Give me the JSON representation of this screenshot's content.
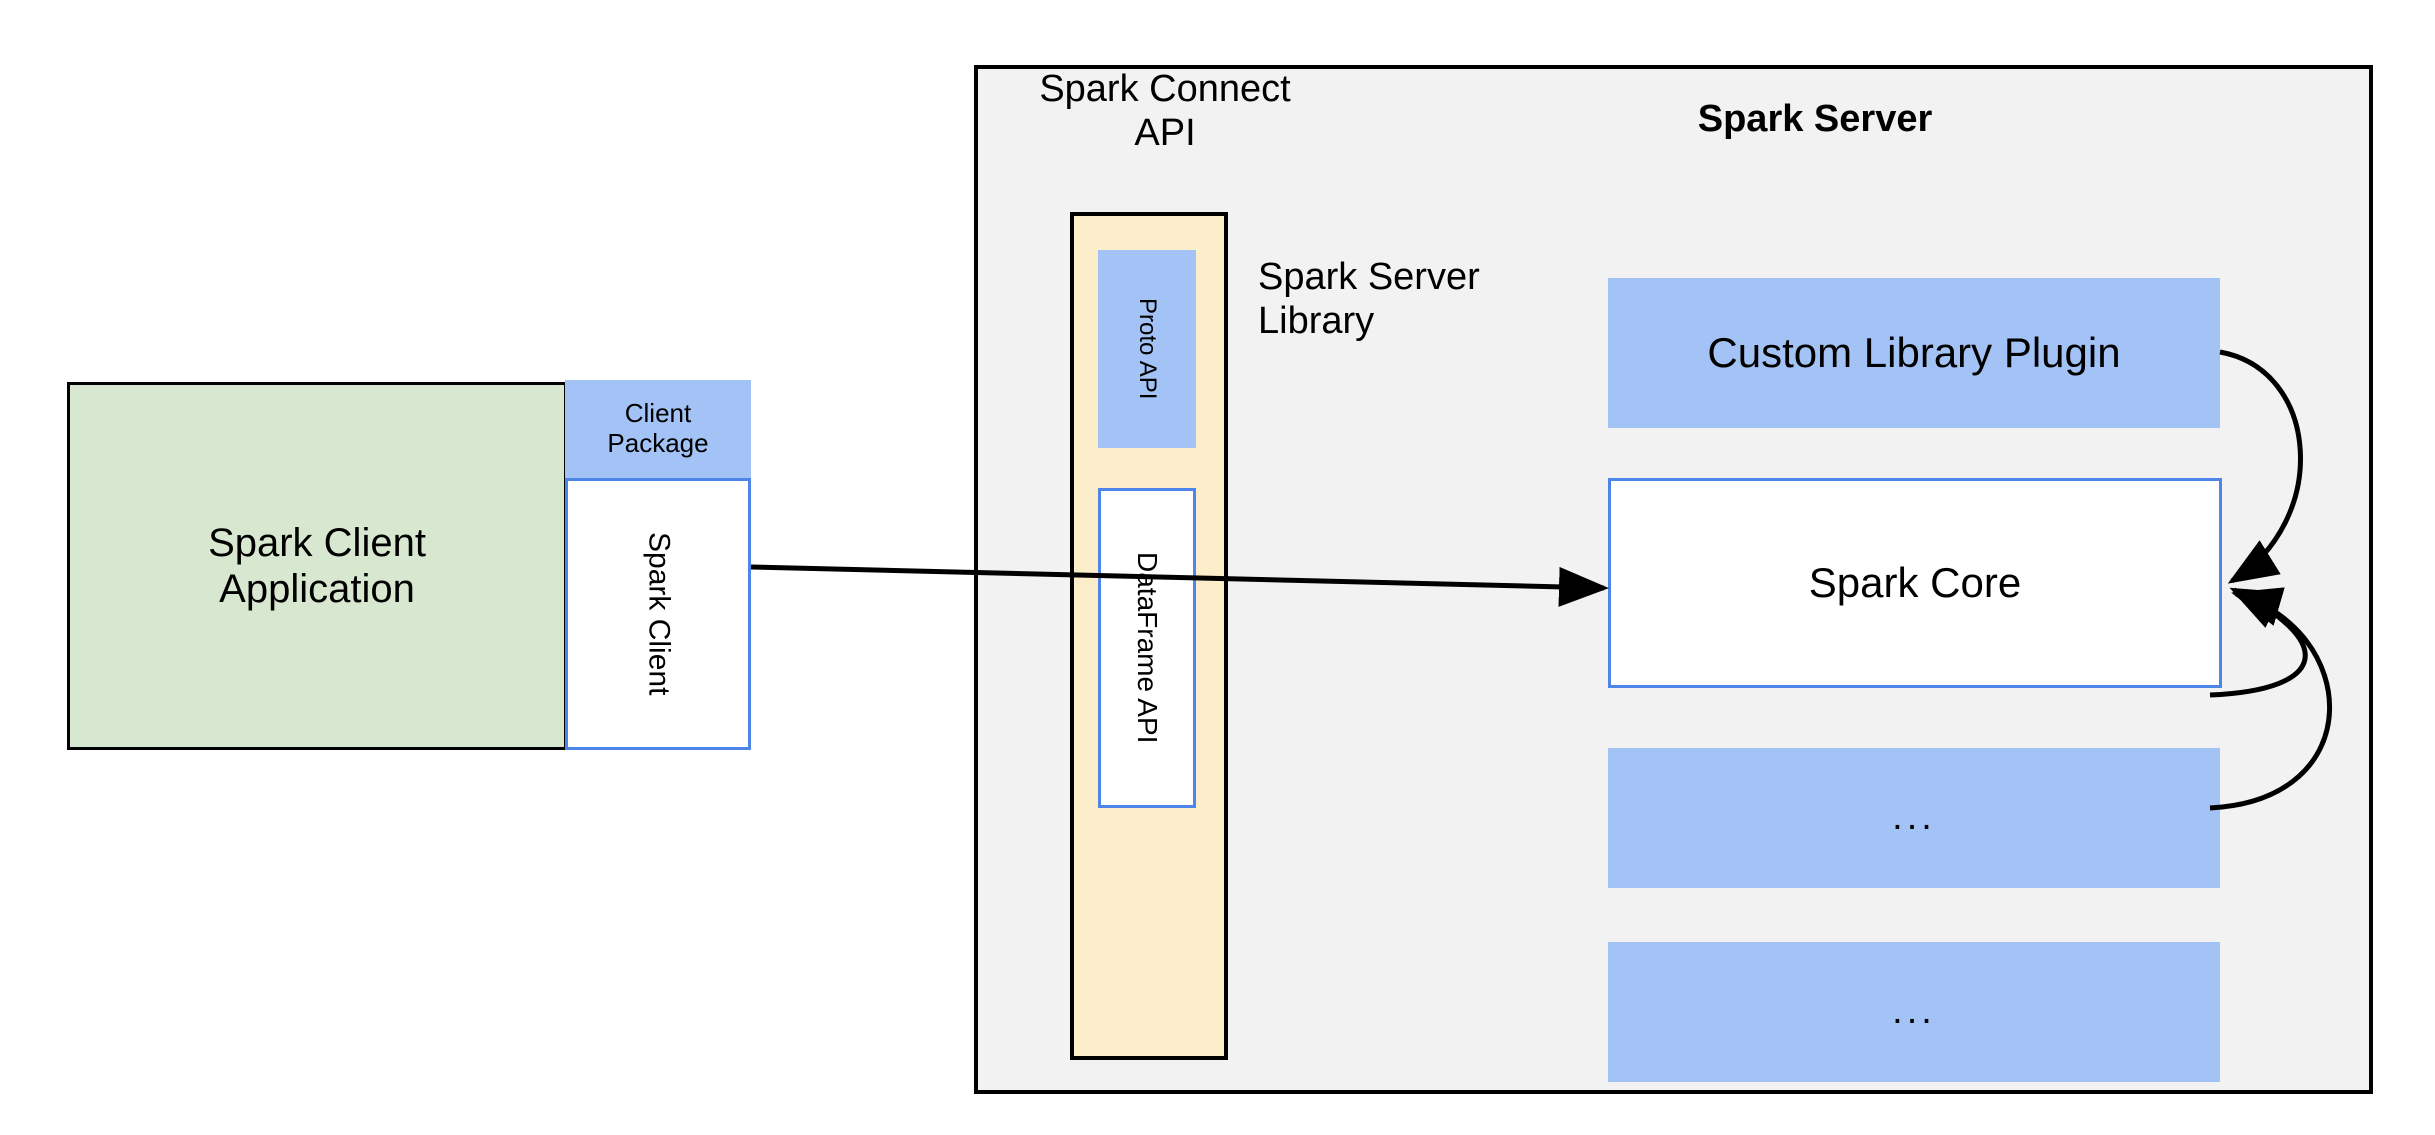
{
  "diagram": {
    "title": "Spark Connect architecture",
    "colors": {
      "client_app_fill": "#d8e8d0",
      "blue_fill": "#a3c2f5",
      "blue_border": "#4d85e8",
      "yellow_fill": "#fcedcb",
      "panel_fill": "#f2f2f2",
      "stroke": "#000000"
    }
  },
  "client": {
    "application_label": "Spark Client\nApplication",
    "application_line1": "Spark Client",
    "application_line2": "Application",
    "package_label": "Client\nPackage",
    "package_line1": "Client",
    "package_line2": "Package",
    "spark_client_label": "Spark Client"
  },
  "server_panel": {
    "connect_api_label_line1": "Spark Connect",
    "connect_api_label_line2": "API",
    "server_title": "Spark Server",
    "server_library_line1": "Spark Server",
    "server_library_line2": "Library",
    "connect_column": {
      "proto_api_label": "Proto API",
      "dataframe_api_label": "DataFrame API"
    },
    "stack": [
      {
        "label": "Custom Library Plugin",
        "style": "blue-filled"
      },
      {
        "label": "Spark Core",
        "style": "white-outlined"
      },
      {
        "label": "...",
        "style": "blue-filled"
      },
      {
        "label": "...",
        "style": "blue-filled"
      }
    ]
  },
  "connections": [
    {
      "from": "Spark Client",
      "to": "Spark Core",
      "kind": "straight-arrow"
    },
    {
      "from": "Custom Library Plugin",
      "to": "Spark Core",
      "kind": "curved-arrow"
    },
    {
      "from": "...",
      "to": "Spark Core",
      "kind": "curved-arrow"
    },
    {
      "from": "...",
      "to": "Spark Core",
      "kind": "curved-arrow"
    }
  ]
}
